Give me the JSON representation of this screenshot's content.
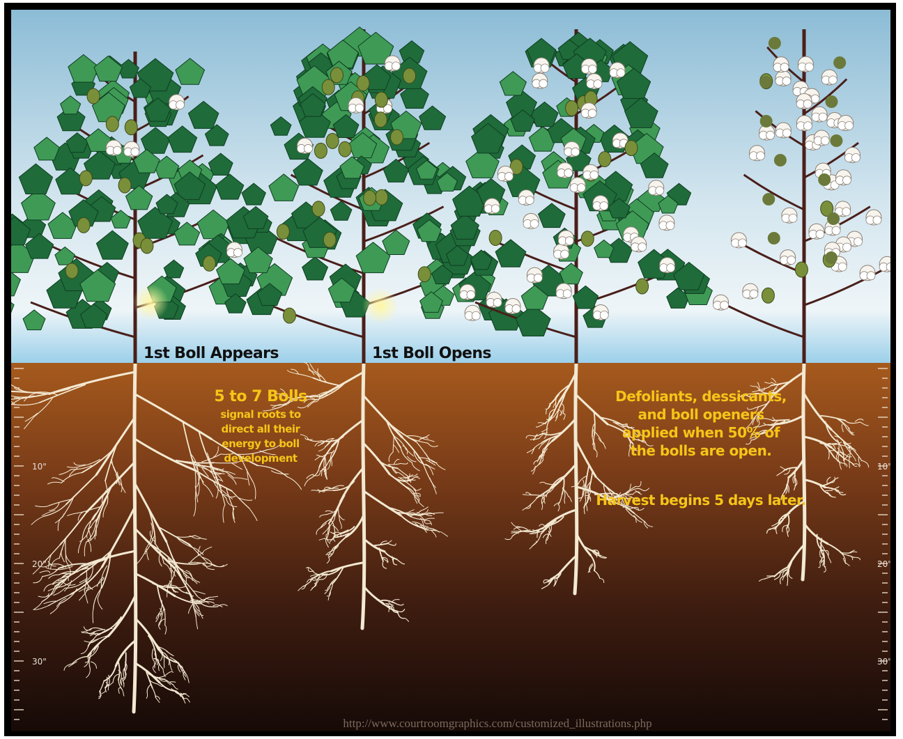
{
  "stages": [
    {
      "label": "1st Boll Appears"
    },
    {
      "label": "1st Boll Opens"
    },
    {
      "label": ""
    },
    {
      "label": ""
    }
  ],
  "notes": {
    "bolls": {
      "heading": "5 to 7 Bolls",
      "lines": [
        "signal roots to",
        "direct all their",
        "energy to boll",
        "development"
      ]
    },
    "defoliants": {
      "lines": [
        "Defoliants, dessicants,",
        "and boll openers",
        "applied when 50% of",
        "the bolls are open."
      ],
      "harvest": "Harvest begins 5 days later."
    }
  },
  "ruler": {
    "left": [
      "10\"",
      "20\"",
      "30\""
    ],
    "right": [
      "10\"",
      "20\"",
      "30\""
    ]
  },
  "credit": "http://www.courtroomgraphics.com/customized_illustrations.php",
  "colors": {
    "sky_top": "#7fb6d3",
    "sky_bottom": "#dcebf3",
    "soil_top": "#a55a1e",
    "soil_bottom": "#1a0c08",
    "leaf": "#1f6b3a",
    "leaf_light": "#3f9a55",
    "root": "#f3e9d2",
    "note_text": "#f5c518"
  }
}
